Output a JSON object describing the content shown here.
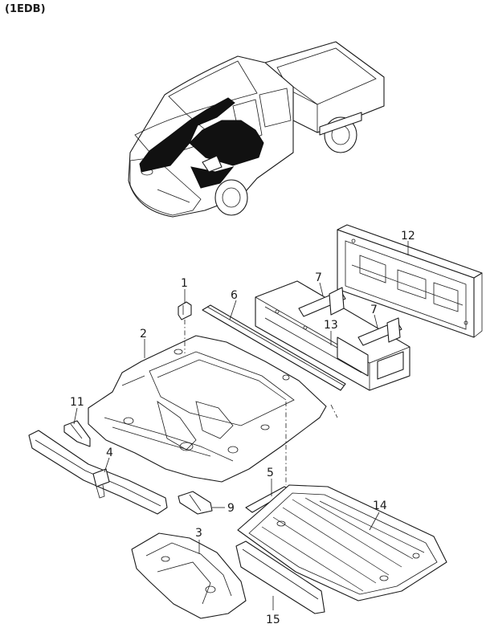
{
  "header": {
    "code": "(1EDB)"
  },
  "callouts": [
    {
      "id": "c1",
      "text": "1"
    },
    {
      "id": "c2",
      "text": "2"
    },
    {
      "id": "c3",
      "text": "3"
    },
    {
      "id": "c4",
      "text": "4"
    },
    {
      "id": "c5",
      "text": "5"
    },
    {
      "id": "c6",
      "text": "6"
    },
    {
      "id": "c7a",
      "text": "7"
    },
    {
      "id": "c7b",
      "text": "7"
    },
    {
      "id": "c9",
      "text": "9"
    },
    {
      "id": "c11",
      "text": "11"
    },
    {
      "id": "c12",
      "text": "12"
    },
    {
      "id": "c13",
      "text": "13"
    },
    {
      "id": "c14",
      "text": "14"
    },
    {
      "id": "c15",
      "text": "15"
    }
  ]
}
